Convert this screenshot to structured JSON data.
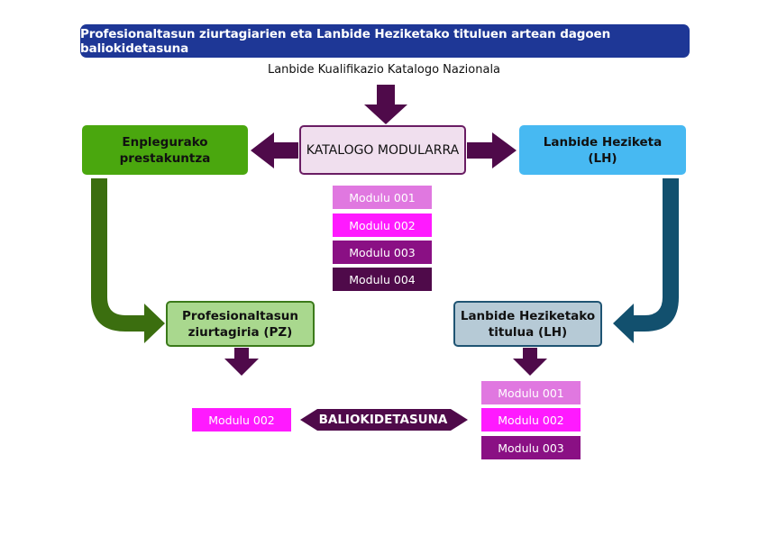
{
  "title": "Profesionaltasun ziurtagiarien eta Lanbide Heziketako tituluen artean dagoen baliokidetasuna",
  "subtitle": "Lanbide Kualifikazio Katalogo Nazionala",
  "nodes": {
    "enplegu": {
      "line1": "Enplegurako",
      "line2": "prestakuntza"
    },
    "katalogo": {
      "label": "KATALOGO MODULARRA"
    },
    "lh": {
      "line1": "Lanbide Heziketa",
      "line2": "(LH)"
    },
    "pz": {
      "line1": "Profesionaltasun",
      "line2": "ziurtagiria (PZ)"
    },
    "lh_titulua": {
      "line1": "Lanbide Heziketako",
      "line2": "titulua (LH)"
    }
  },
  "katalogo_modules": [
    "Modulu 001",
    "Modulu 002",
    "Modulu 003",
    "Modulu 004"
  ],
  "pz_modules": [
    "Modulu 002"
  ],
  "lh_modules": [
    "Modulu 001",
    "Modulu 002",
    "Modulu 003"
  ],
  "equivalence_label": "BALIOKIDETASUNA",
  "colors": {
    "title_bg": "#1e3796",
    "arrow_purple": "#4f0a4a",
    "arrow_green": "#3b6e0f",
    "arrow_blue": "#12506e",
    "modulu_001": "#e078e0",
    "modulu_002": "#ff1aff",
    "modulu_003": "#8a1084",
    "modulu_004": "#4f0a4a"
  }
}
